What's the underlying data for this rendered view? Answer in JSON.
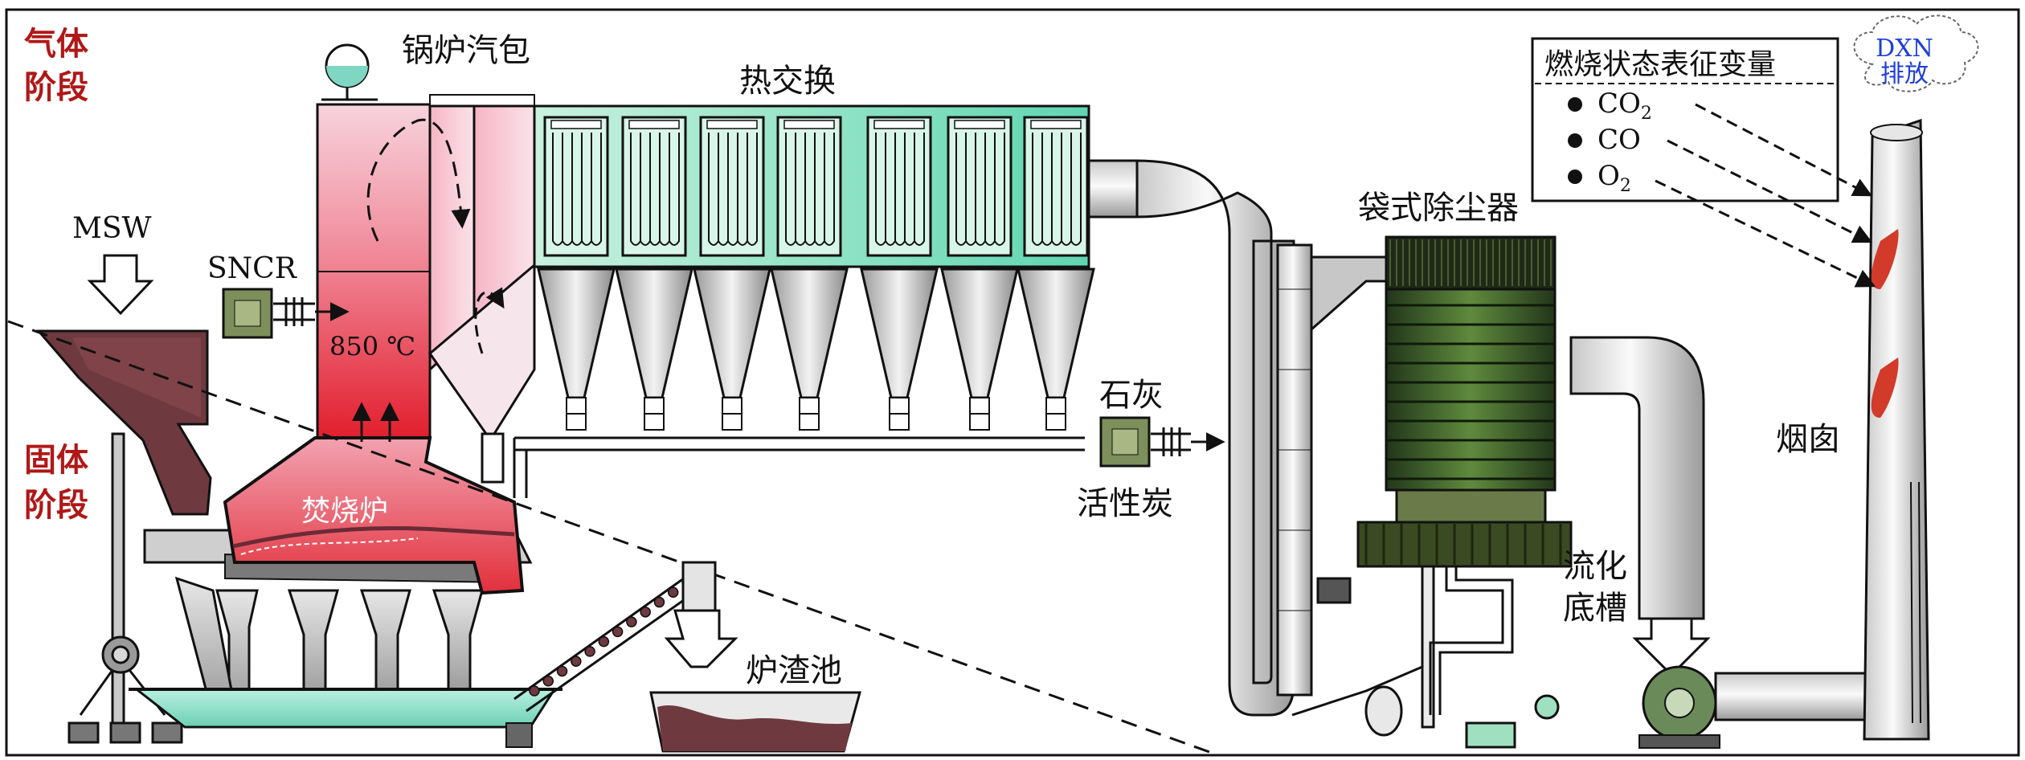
{
  "labels": {
    "gas_stage_line1": "气体",
    "gas_stage_line2": "阶段",
    "solid_stage_line1": "固体",
    "solid_stage_line2": "阶段",
    "msw": "MSW",
    "sncr": "SNCR",
    "temperature": "850 ℃",
    "boiler_drum": "锅炉汽包",
    "heat_exchange": "热交换",
    "incinerator": "焚烧炉",
    "slag_pool": "炉渣池",
    "lime": "石灰",
    "activated_carbon": "活性炭",
    "bag_filter": "袋式除尘器",
    "fluid_tank_line1": "流化",
    "fluid_tank_line2": "底槽",
    "chimney": "烟囱",
    "dxn_line1": "DXN",
    "dxn_line2": "排放"
  },
  "legend": {
    "title": "燃烧状态表征变量",
    "items": [
      {
        "base": "CO",
        "sub": "2"
      },
      {
        "base": "CO",
        "sub": ""
      },
      {
        "base": "O",
        "sub": "2"
      }
    ]
  },
  "colors": {
    "stage_label": "#b01818",
    "dxn_text": "#1f3fd6",
    "furnace_hot": "#e4323c",
    "furnace_pink": "#f2b8c4",
    "heat_exchanger": "#9fe6c9",
    "bag_filter_green": "#3d5e28",
    "hopper_brown": "#6e3a3f",
    "chimney_stripe": "#d23a2a"
  }
}
